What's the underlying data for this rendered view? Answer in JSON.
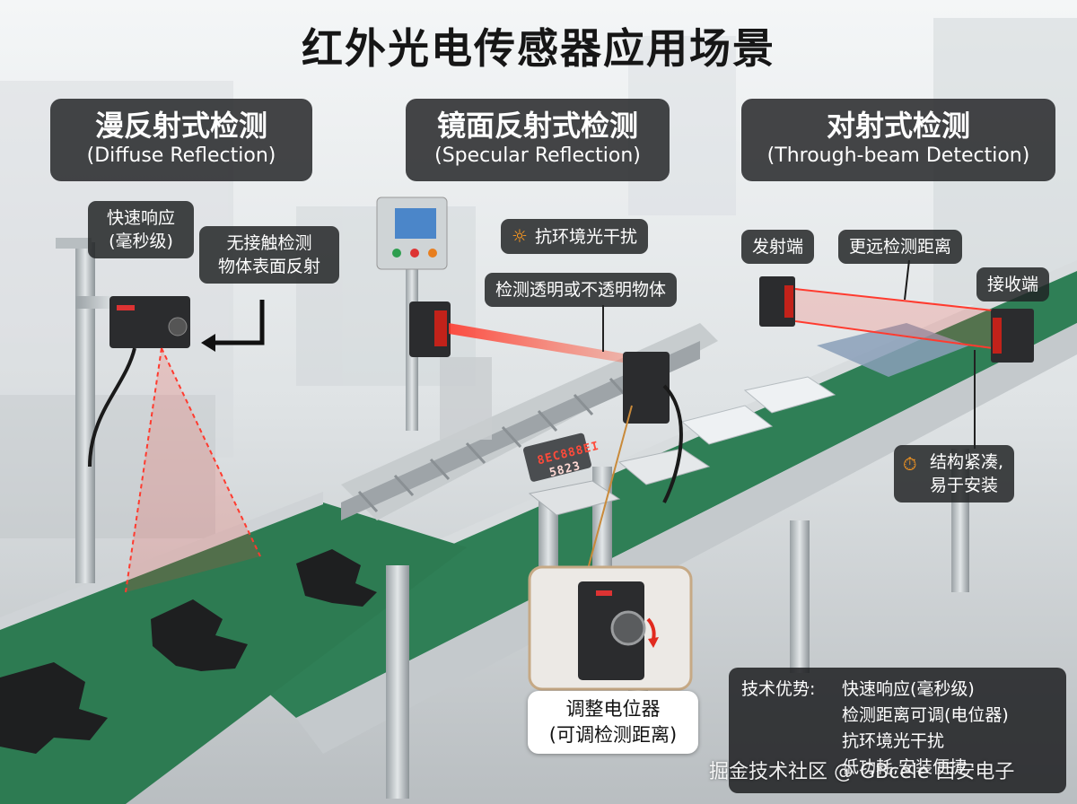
{
  "title": "红外光电传感器应用场景",
  "sections": {
    "diffuse": {
      "title_zh": "漫反射式检测",
      "title_en": "(Diffuse Reflection)"
    },
    "specular": {
      "title_zh": "镜面反射式检测",
      "title_en": "(Specular Reflection)"
    },
    "through": {
      "title_zh": "对射式检测",
      "title_en": "(Through-beam Detection)"
    }
  },
  "callouts": {
    "fast_response": [
      "快速响应",
      "(毫秒级)"
    ],
    "non_contact": [
      "无接触检测",
      "物体表面反射"
    ],
    "anti_interference": "抗环境光干扰",
    "transparent": "检测透明或不透明物体",
    "emitter": "发射端",
    "longer_range": "更远检测距离",
    "receiver": "接收端",
    "compact": [
      "结构紧凑,",
      "易于安装"
    ]
  },
  "zoom_label": [
    "调整电位器",
    "(可调检测距离)"
  ],
  "advantages": {
    "heading": "技术优势:",
    "items": [
      "快速响应(毫秒级)",
      "检测距离可调(电位器)",
      "抗环境光干扰",
      "低功耗,安装便捷"
    ]
  },
  "display": {
    "line1": "8EC888EI",
    "line2": "5823"
  },
  "watermark": "掘金技术社区 @ GBcele 西安电子",
  "icons": {
    "sun": "sun-icon",
    "timer": "timer-icon",
    "arrow": "arrow-left-icon"
  },
  "colors": {
    "belt": "#2f7f56",
    "laser": "#ff3b2f",
    "panel": "#26282a",
    "accent": "#ff9a1f"
  }
}
